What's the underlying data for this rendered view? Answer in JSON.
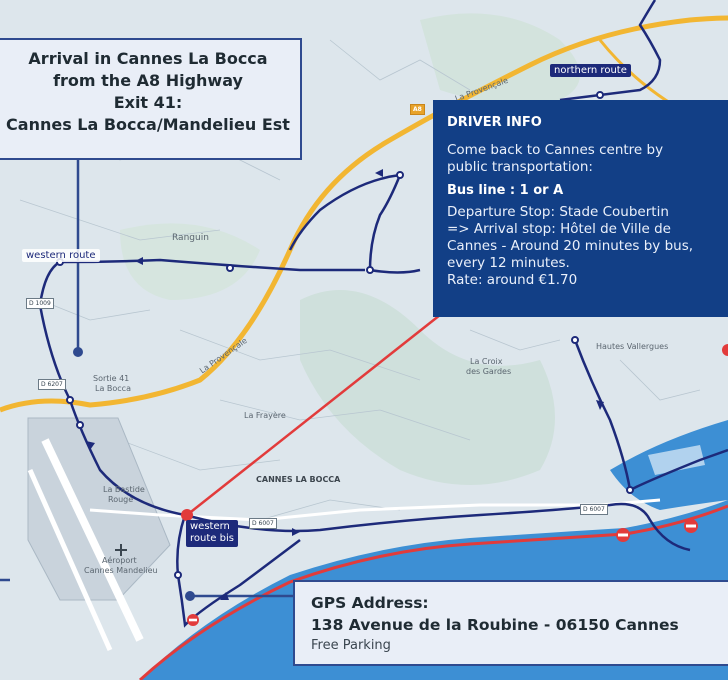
{
  "arrival_box": {
    "lines": [
      "Arrival in Cannes La Bocca",
      "from the A8 Highway",
      "Exit 41:",
      "Cannes La Bocca/Mandelieu Est"
    ]
  },
  "driver_info": {
    "title": "DRIVER INFO",
    "intro": "Come back to Cannes centre by public transportation:",
    "bus_line": "Bus line : 1 or A",
    "details": [
      "Departure Stop: Stade Coubertin",
      "=> Arrival stop: Hôtel de Ville de",
      "Cannes - Around 20 minutes by bus,",
      "every 12 minutes.",
      "Rate: around €1.70"
    ]
  },
  "gps_box": {
    "title": "GPS Address:",
    "address": "138 Avenue de la Roubine - 06150 Cannes",
    "note": "Free Parking"
  },
  "routes": {
    "northern": "northern route",
    "western": "western route",
    "western_bis_1": "western",
    "western_bis_2": "route bis"
  },
  "places": {
    "ranguin": "Ranguin",
    "sortie_1": "Sortie 41",
    "sortie_2": "La Bocca",
    "la_frayere": "La Frayère",
    "cannes_la_bocca": "CANNES LA BOCCA",
    "la_bastide_1": "La Bastide",
    "la_bastide_2": "Rouge",
    "aeroport_1": "Aéroport",
    "aeroport_2": "Cannes Mandelieu",
    "croix_1": "La Croix",
    "croix_2": "des Gardes",
    "hautes_vallergues": "Hautes Vallergues",
    "la_provencale_1": "La Provençale",
    "la_provencale_2": "La Provençale"
  },
  "road_tags": {
    "a8": "A8",
    "d1009": "D 1009",
    "d6207": "D 6207",
    "d6007_a": "D 6007",
    "d6007_b": "D 6007"
  },
  "colors": {
    "route_blue": "#1d2a7a",
    "highway_orange": "#f2b632",
    "coast_red": "#e23b3b",
    "sea": "#3d8fd4",
    "info_box": "#123f86",
    "wave": "#3aa3e8"
  }
}
